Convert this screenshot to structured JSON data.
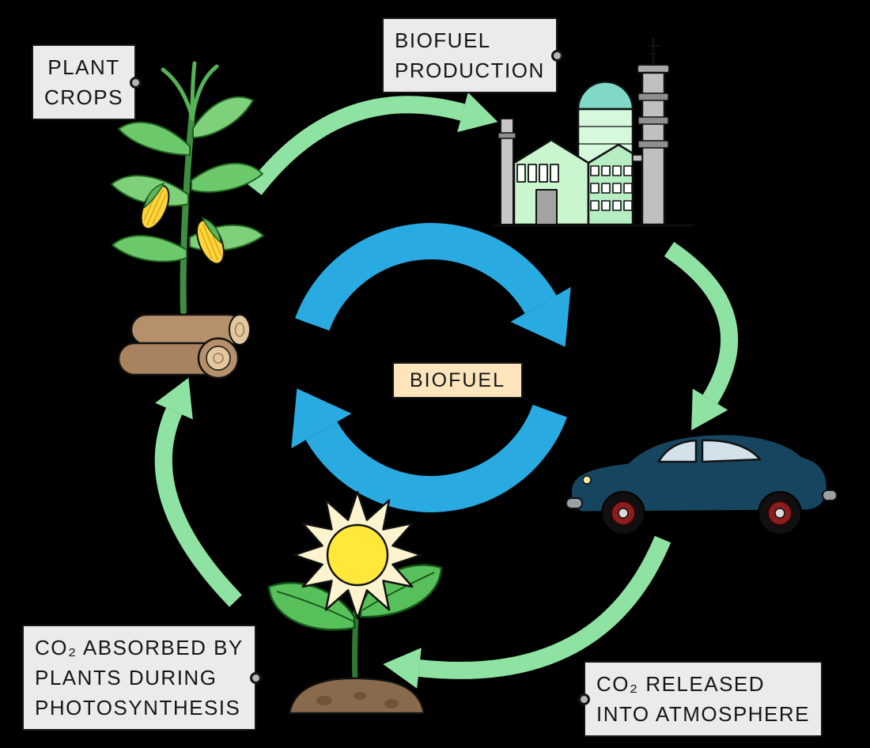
{
  "labels": {
    "plant_crops": {
      "lines": [
        "PLANT",
        "CROPS"
      ]
    },
    "biofuel_production": {
      "lines": [
        "BIOFUEL",
        "PRODUCTION"
      ]
    },
    "biofuel_center": {
      "text": "BIOFUEL"
    },
    "co2_absorbed": {
      "lines": [
        "CO₂ ABSORBED BY",
        "PLANTS DURING",
        "PHOTOSYNTHESIS"
      ]
    },
    "co2_released": {
      "lines": [
        "CO₂ RELEASED",
        "INTO ATMOSPHERE"
      ]
    }
  },
  "icons": {
    "corn_plant": "corn crop with yellow cobs",
    "wood_logs": "stacked harvested logs",
    "factory": "biofuel production plant with storage tank and chimney",
    "car": "passenger car burning biofuel",
    "seedling": "young plant with sun bloom growing from soil",
    "cycle_arrows": "clockwise blue recycling arrows",
    "green_arrows": "stage-to-stage flow arrows",
    "tag_pin": "label tag pin"
  },
  "colors": {
    "background": "#000000",
    "cycle_blue": "#29abe2",
    "arrow_green": "#8fe3a2",
    "label_bg": "#ebebeb",
    "label_border": "#161616",
    "biofuel_label_bg": "#fce4bc",
    "factory_green": "#c9f5cf",
    "tank_teal": "#7fd8c8",
    "tower_gray": "#c0c0c0",
    "car_navy": "#16465f",
    "wheel_red": "#8c1d1d",
    "window_blue": "#d3e2ea",
    "sun_yellow": "#ffe83a",
    "sun_ray_cream": "#fdf3cf",
    "leaf_green": "#58c05a",
    "soil_brown": "#8a6a4c",
    "log_brown": "#b5906b",
    "corn_yellow": "#ffd53e"
  }
}
